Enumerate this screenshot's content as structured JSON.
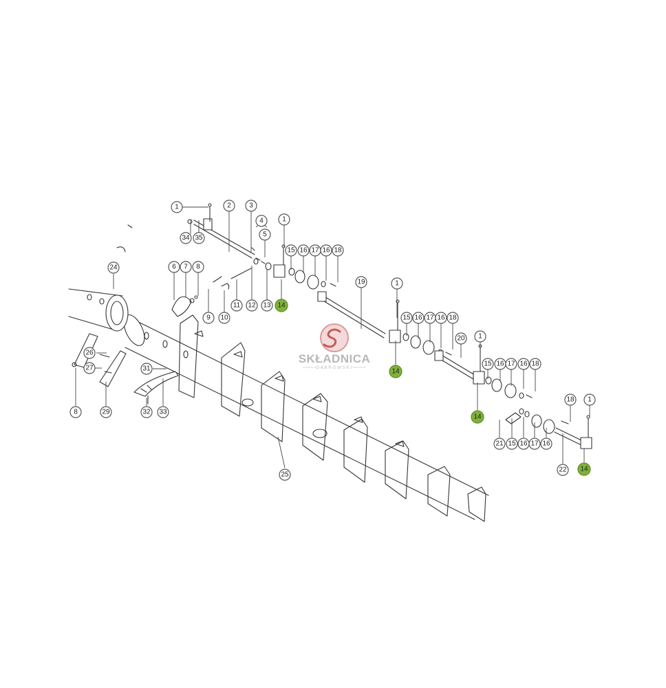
{
  "watermark": {
    "name": "SKŁADNICA",
    "sub": "DĄBROWSKI"
  },
  "highlight_color": "#7fb23a",
  "callouts": [
    {
      "label": "1"
    },
    {
      "label": "2"
    },
    {
      "label": "3"
    },
    {
      "label": "4"
    },
    {
      "label": "5"
    },
    {
      "label": "1"
    },
    {
      "label": "34"
    },
    {
      "label": "35"
    },
    {
      "label": "6"
    },
    {
      "label": "7"
    },
    {
      "label": "8"
    },
    {
      "label": "9"
    },
    {
      "label": "10"
    },
    {
      "label": "11"
    },
    {
      "label": "12"
    },
    {
      "label": "13"
    },
    {
      "label": "14",
      "highlight": true
    },
    {
      "label": "15"
    },
    {
      "label": "16"
    },
    {
      "label": "17"
    },
    {
      "label": "16"
    },
    {
      "label": "18"
    },
    {
      "label": "24"
    },
    {
      "label": "19"
    },
    {
      "label": "1"
    },
    {
      "label": "15"
    },
    {
      "label": "16"
    },
    {
      "label": "17"
    },
    {
      "label": "16"
    },
    {
      "label": "18"
    },
    {
      "label": "20"
    },
    {
      "label": "1"
    },
    {
      "label": "14",
      "highlight": true
    },
    {
      "label": "15"
    },
    {
      "label": "16"
    },
    {
      "label": "17"
    },
    {
      "label": "16"
    },
    {
      "label": "18"
    },
    {
      "label": "26"
    },
    {
      "label": "27"
    },
    {
      "label": "31"
    },
    {
      "label": "8"
    },
    {
      "label": "29"
    },
    {
      "label": "32"
    },
    {
      "label": "33"
    },
    {
      "label": "14",
      "highlight": true
    },
    {
      "label": "21"
    },
    {
      "label": "15"
    },
    {
      "label": "16"
    },
    {
      "label": "17"
    },
    {
      "label": "16"
    },
    {
      "label": "18"
    },
    {
      "label": "1"
    },
    {
      "label": "22"
    },
    {
      "label": "14",
      "highlight": true
    },
    {
      "label": "25"
    }
  ]
}
